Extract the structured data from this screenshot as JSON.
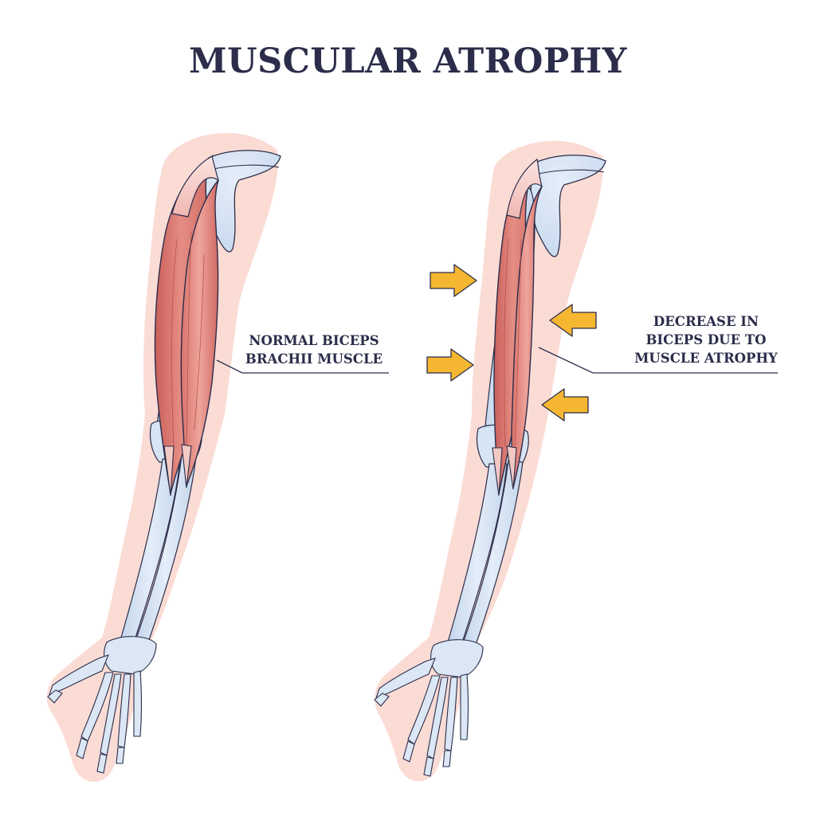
{
  "title": "MUSCULAR ATROPHY",
  "labels": {
    "normal": {
      "line1": "NORMAL BICEPS",
      "line2": "BRACHII MUSCLE"
    },
    "atrophy": {
      "line1": "DECREASE IN",
      "line2": "BICEPS DUE TO",
      "line3": "MUSCLE ATROPHY"
    }
  },
  "colors": {
    "title_text": "#2b2d4a",
    "label_text": "#2b2d4a",
    "outline": "#2b2d4a",
    "skin_glow": "#fbd9d2",
    "muscle": "#e07f77",
    "muscle_dark": "#c95f5a",
    "tendon": "#f7d4d0",
    "bone": "#d6e4f3",
    "bone_shade": "#b9cde6",
    "arrow": "#f5b731"
  }
}
